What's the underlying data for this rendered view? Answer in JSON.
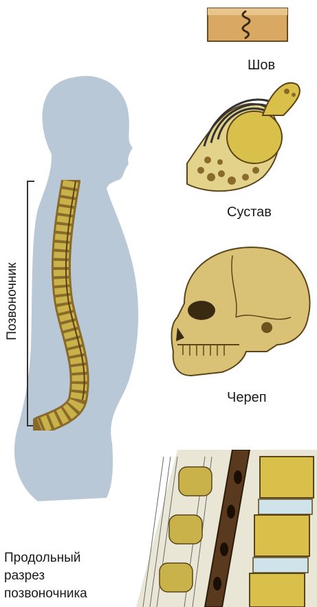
{
  "labels": {
    "suture": "Шов",
    "joint": "Сустав",
    "skull": "Череп",
    "spine": "Позвоночник",
    "section_caption": "Продольный\nразрез\nпозвоночника"
  },
  "colors": {
    "bone": "#c9b24a",
    "bone_dark": "#7a5a22",
    "body_silhouette": "#b8c8d6",
    "cartilage": "#cfe3ea"
  }
}
